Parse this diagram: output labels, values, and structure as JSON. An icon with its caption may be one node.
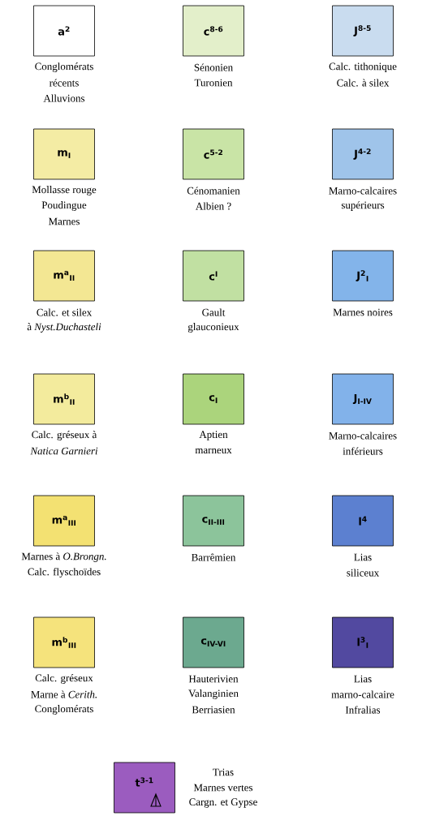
{
  "diagram": {
    "nodes": [
      {
        "text": [
          "a$^{2}$"
        ],
        "beside": [
          "Conglomérats",
          "récents",
          "Alluvions"
        ]
      },
      {
        "text": [
          "c$^{8-6}$"
        ],
        "beside": [
          "Sénonien",
          "Turonien"
        ]
      },
      {
        "text": [
          "J$^{8-5}$"
        ],
        "beside": [
          "Calc. tithonique",
          "Calc. à silex"
        ]
      },
      {
        "text": [
          "m$_{I}$"
        ],
        "beside": [
          "Mollasse rouge",
          "Poudingue",
          "Marnes"
        ]
      },
      {
        "text": [
          "c$^{5-2}$"
        ],
        "beside": [
          "Cénomanien",
          "Albien ?"
        ]
      },
      {
        "text": [
          "J$^{4-2}$"
        ],
        "beside": [
          "Marno-calcaires",
          "supérieurs"
        ]
      },
      {
        "text": [
          "m$^{a}$$_{II}$"
        ],
        "beside": [
          "Calc. et silex",
          "à *Nyst.Duchasteli*"
        ]
      },
      {
        "text": [
          "c$^{I}$"
        ],
        "beside": [
          "Gault",
          "glauconieux"
        ]
      },
      {
        "text": [
          "J$^{2}$$_{I}$"
        ],
        "beside": [
          "Marnes noires"
        ]
      },
      {
        "text": [
          "m$^{b}$$_{II}$"
        ],
        "beside": [
          "Calc. gréseux à",
          "*Natica Garnieri*"
        ]
      },
      {
        "text": [
          "c$_{I}$"
        ],
        "beside": [
          "Aptien",
          "marneux"
        ]
      },
      {
        "text": [
          "J$_{I-IV}$"
        ],
        "beside": [
          "Marno-calcaires",
          "inférieurs"
        ]
      },
      {
        "text": [
          "m$^{a}$$_{III}$"
        ],
        "beside": [
          "Marnes à *O.Brongn.*",
          "Calc. flyschoïdes"
        ]
      },
      {
        "text": [
          "c$_{II-III}$"
        ],
        "beside": [
          "Barrêmien"
        ]
      },
      {
        "text": [
          "l$^{4}$"
        ],
        "beside": [
          "Lias",
          "siliceux"
        ]
      },
      {
        "text": [
          "m$^{b}$$_{III}$"
        ],
        "beside": [
          "Calc. gréseux",
          "Marne à *Cerith.*",
          "Conglomérats"
        ]
      },
      {
        "text": [
          "c$_{IV-VI}$"
        ],
        "beside": [
          "Hauterivien",
          "Valanginien",
          "Berriasien"
        ]
      },
      {
        "text": [
          "l$^{3}$$_{I}$"
        ],
        "beside": [
          "Lias",
          "marno-calcaire",
          "Infralias"
        ]
      },
      {
        "text": [
          "t$^{3-1}$"
        ],
        "beside": [
          "Trias",
          "Marnes vertes",
          "Cargn. et Gypse"
        ]
      }
    ]
  }
}
